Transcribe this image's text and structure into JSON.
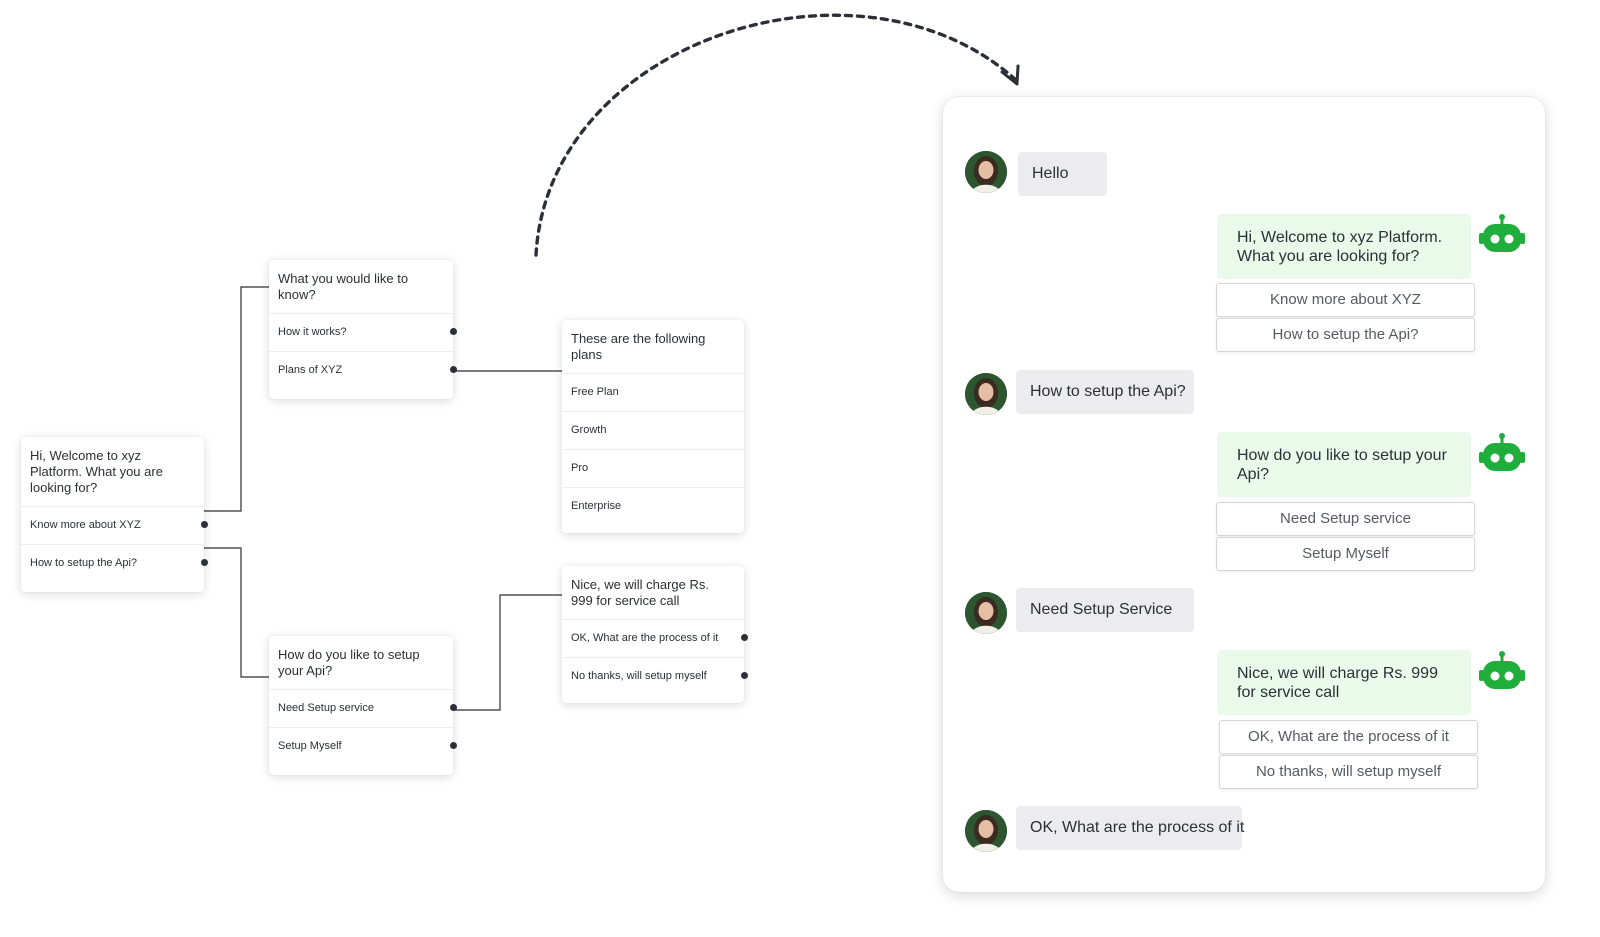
{
  "flow": {
    "welcome": {
      "title": "Hi, Welcome to xyz Platform. What you are looking for?",
      "options": [
        "Know more about XYZ",
        "How to setup the Api?"
      ]
    },
    "know": {
      "title": "What you would like to know?",
      "options": [
        "How it works?",
        "Plans of XYZ"
      ]
    },
    "plans": {
      "title": "These are the following plans",
      "options": [
        "Free Plan",
        "Growth",
        "Pro",
        "Enterprise"
      ]
    },
    "setup": {
      "title": "How do you like to setup your Api?",
      "options": [
        "Need Setup service",
        "Setup Myself"
      ]
    },
    "charge": {
      "title": "Nice, we will charge Rs. 999 for service call",
      "options": [
        "OK, What are the process of it",
        "No thanks, will setup myself"
      ]
    }
  },
  "chat": {
    "user_1": "Hello",
    "bot_1": {
      "text": "Hi, Welcome to xyz Platform. What you are looking for?",
      "options": [
        "Know more about XYZ",
        "How to setup the Api?"
      ]
    },
    "user_2": "How to setup the Api?",
    "bot_2": {
      "text": "How do you like to setup your Api?",
      "options": [
        "Need Setup service",
        "Setup Myself"
      ]
    },
    "user_3": "Need Setup Service",
    "bot_3": {
      "text": "Nice, we will charge Rs. 999 for service call",
      "options": [
        "OK, What are the process of it",
        "No thanks, will setup myself"
      ]
    },
    "user_4": "OK, What are the process of it"
  },
  "colors": {
    "connector": "#2b2f36",
    "bot_bubble": "#eafaea",
    "user_bubble": "#ececef",
    "robot_icon": "#1fae3c"
  },
  "icons": {
    "robot": "robot-icon",
    "avatar": "user-avatar",
    "arrow": "dashed-arrow-icon"
  }
}
